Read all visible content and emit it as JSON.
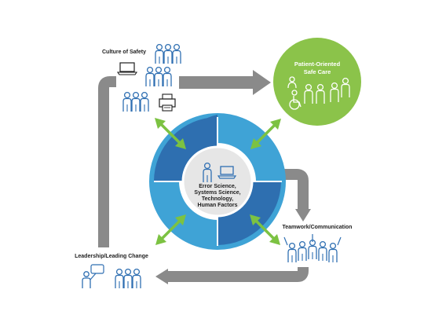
{
  "labels": {
    "culture": "Culture of Safety",
    "patient_line1": "Patient-Oriented",
    "patient_line2": "Safe Care",
    "teamwork": "Teamwork/Communication",
    "leadership": "Leadership/Leading Change",
    "center_line1": "Error Science,",
    "center_line2": "Systems Science,",
    "center_line3": "Technology,",
    "center_line4": "Human Factors"
  },
  "colors": {
    "ring_dark": "#2e6fb0",
    "ring_light": "#3fa3d6",
    "center_fill": "#e6e6e6",
    "center_border": "#ffffff",
    "patient_circle": "#8bc34a",
    "flow_arrow": "#8a8a8a",
    "link_arrow": "#7cc242",
    "icon_stroke": "#2f6fb2"
  },
  "icons": [
    "laptop-icon",
    "people-group-icon",
    "printer-icon",
    "family-icon",
    "wheelchair-icon",
    "person-icon",
    "presenter-icon"
  ]
}
